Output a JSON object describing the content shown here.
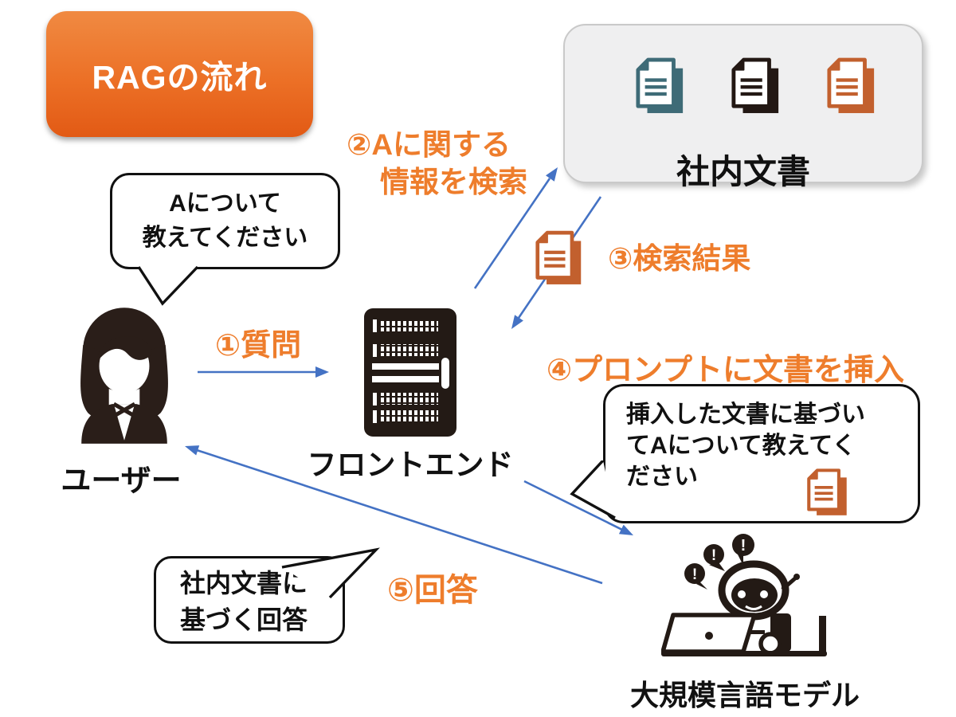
{
  "title": {
    "label": "RAGの流れ"
  },
  "colors": {
    "accent_orange": "#ee7d2c",
    "arrow_blue": "#4472c4",
    "title_gradient_top": "#f0823b",
    "title_gradient_bottom": "#e55f1d",
    "doc_teal": "#3e6b77",
    "doc_black": "#231814",
    "doc_orange": "#c2602e",
    "docs_box_gray": "#efeff0"
  },
  "documents_box": {
    "label": "社内文書",
    "icons": [
      "document-icon-teal",
      "document-icon-black",
      "document-icon-orange"
    ]
  },
  "nodes": {
    "user": {
      "label": "ユーザー",
      "icon": "woman-user-icon"
    },
    "frontend": {
      "label": "フロントエンド",
      "icon": "server-icon"
    },
    "llm": {
      "label": "大規模言語モデル",
      "icon": "robot-with-laptop-icon",
      "thoughts": [
        "!",
        "!",
        "!"
      ]
    }
  },
  "bubbles": {
    "user_question": {
      "lines": [
        "Aについて",
        "教えてください"
      ]
    },
    "llm_prompt": {
      "lines": [
        "挿入した文書に基づい",
        "てAについて教えてく",
        "ださい"
      ],
      "icon": "document-icon-orange"
    },
    "llm_answer": {
      "lines": [
        "社内文書に",
        "基づく回答"
      ]
    }
  },
  "steps": [
    {
      "label": "①質問",
      "from": "user",
      "to": "frontend"
    },
    {
      "label_lines": [
        "②Aに関する",
        "情報を検索"
      ],
      "from": "frontend",
      "to": "documents"
    },
    {
      "label": "③検索結果",
      "from": "documents",
      "to": "frontend",
      "icon": "document-icon-orange"
    },
    {
      "label": "④プロンプトに文書を挿入",
      "from": "frontend",
      "to": "llm"
    },
    {
      "label": "⑤回答",
      "from": "llm",
      "to": "user"
    }
  ]
}
